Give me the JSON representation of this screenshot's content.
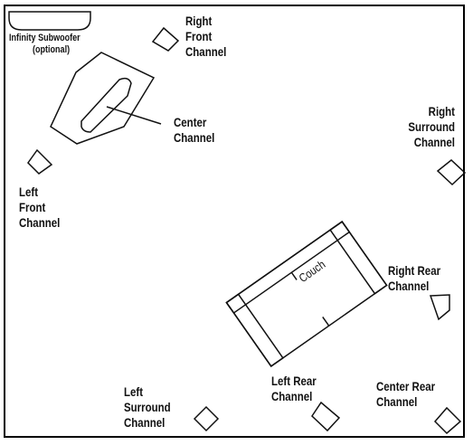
{
  "labels": {
    "subwoofer": "Infinity Subwoofer",
    "subwoofer_note": "(optional)",
    "right_front": "Right\nFront\nChannel",
    "center": "Center\nChannel",
    "left_front": "Left\nFront\nChannel",
    "right_surround": "Right\nSurround\nChannel",
    "couch": "Couch",
    "right_rear": "Right Rear\nChannel",
    "left_surround": "Left\nSurround\nChannel",
    "left_rear": "Left Rear\nChannel",
    "center_rear": "Center Rear\nChannel"
  },
  "colors": {
    "line": "#111111",
    "background": "#ffffff"
  }
}
